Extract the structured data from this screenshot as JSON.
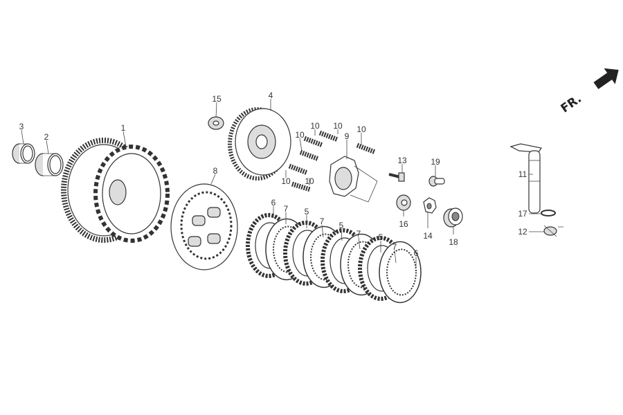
{
  "diagram": {
    "direction_label": "FR.",
    "callouts": [
      "1",
      "2",
      "3",
      "4",
      "5",
      "5",
      "5",
      "6",
      "6",
      "7",
      "7",
      "7",
      "7",
      "8",
      "9",
      "10",
      "10",
      "10",
      "10",
      "10",
      "10",
      "11",
      "12",
      "13",
      "14",
      "15",
      "16",
      "17",
      "18",
      "19"
    ]
  }
}
